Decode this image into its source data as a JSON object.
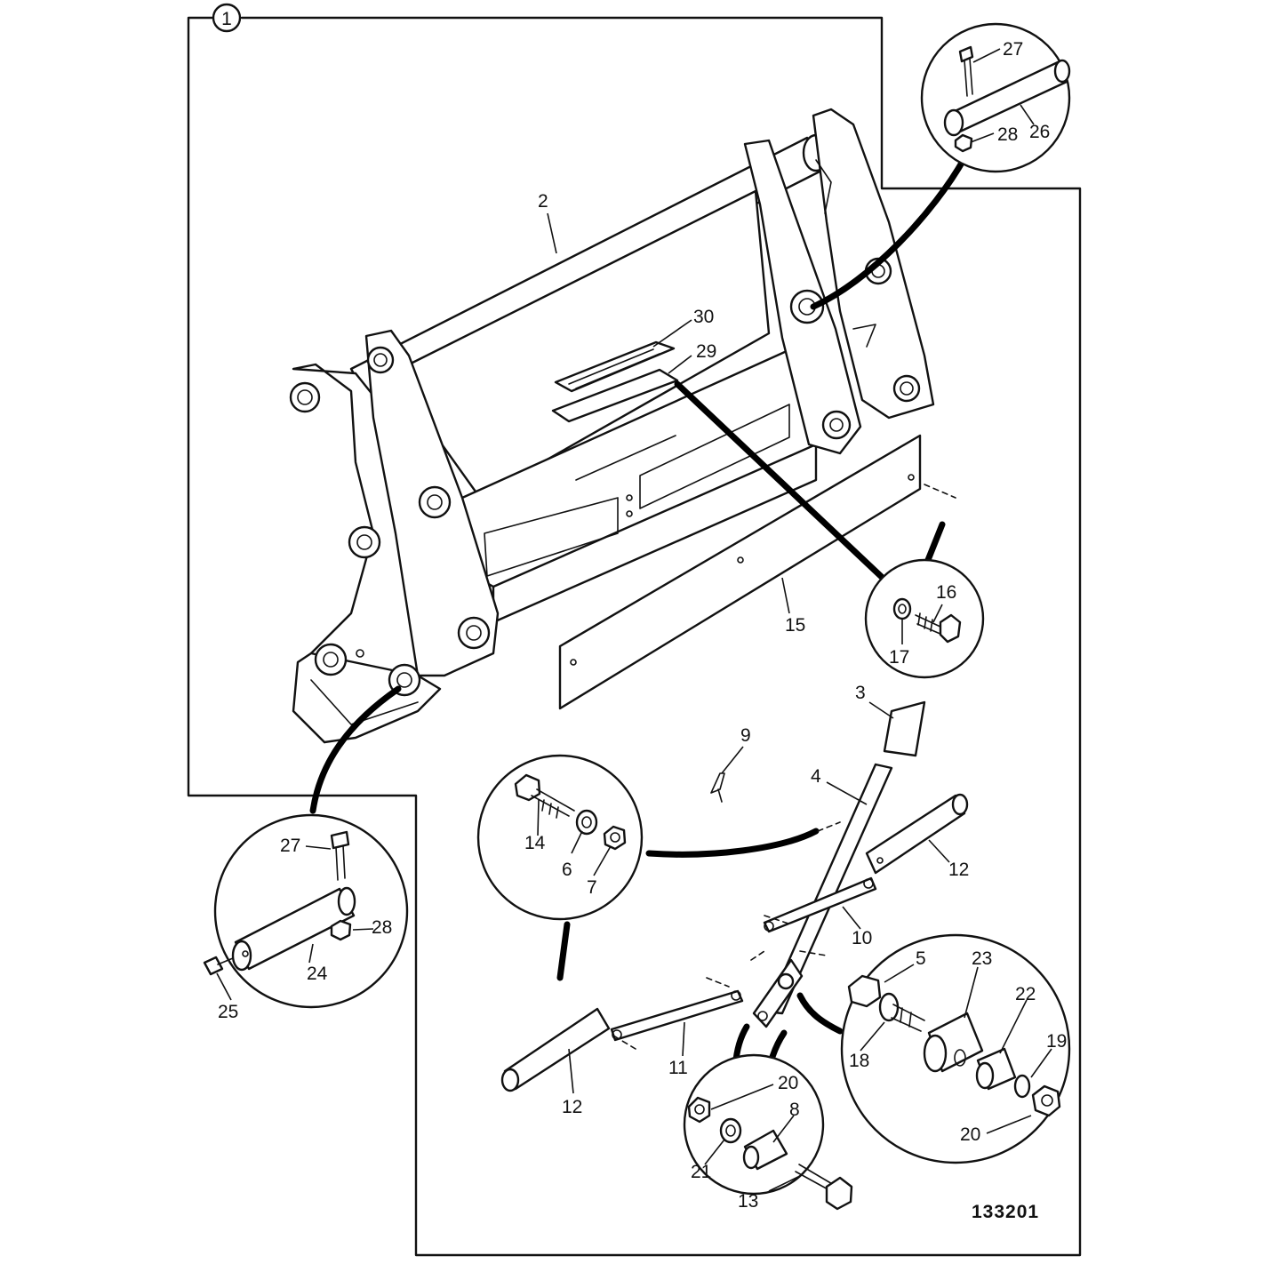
{
  "diagram": {
    "reference_number": "133201",
    "group_marker": "1",
    "callouts": {
      "c2": "2",
      "c3": "3",
      "c4": "4",
      "c5": "5",
      "c6": "6",
      "c7": "7",
      "c8": "8",
      "c9": "9",
      "c10": "10",
      "c11": "11",
      "c12a": "12",
      "c12b": "12",
      "c13": "13",
      "c14": "14",
      "c15": "15",
      "c16": "16",
      "c17": "17",
      "c18": "18",
      "c19": "19",
      "c20a": "20",
      "c20b": "20",
      "c21": "21",
      "c22": "22",
      "c23": "23",
      "c24": "24",
      "c25": "25",
      "c26": "26",
      "c27a": "27",
      "c27b": "27",
      "c28a": "28",
      "c28b": "28",
      "c29": "29",
      "c30": "30"
    }
  }
}
